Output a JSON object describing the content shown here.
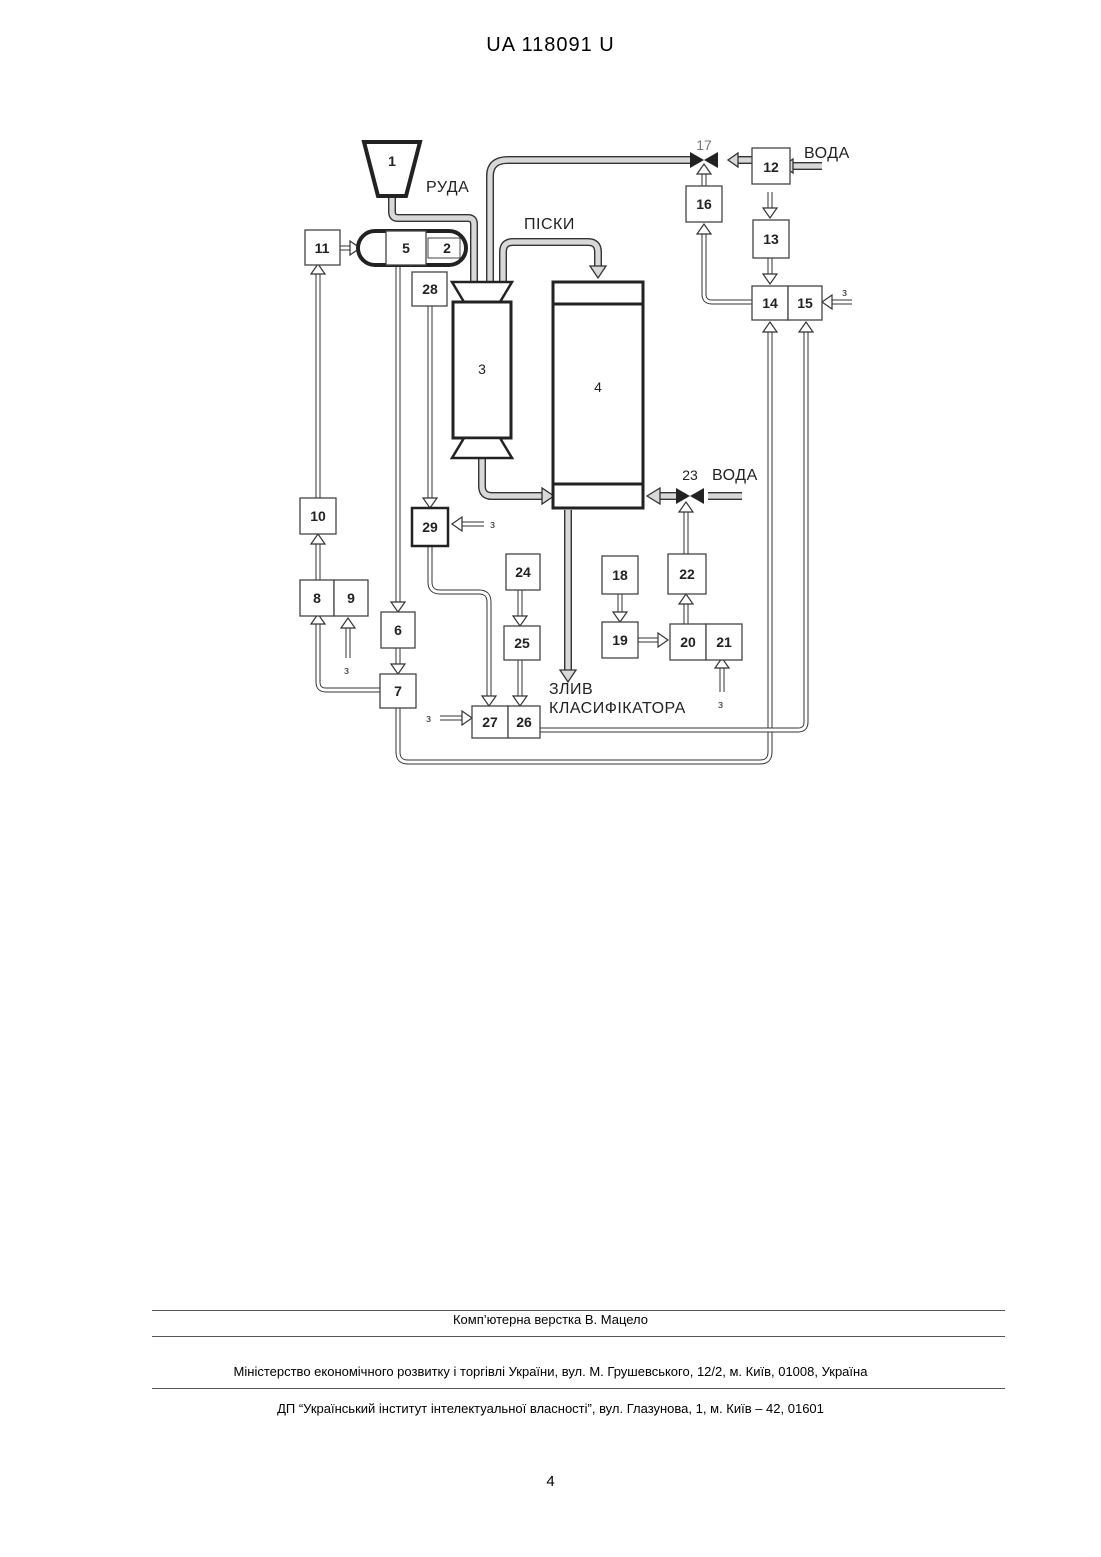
{
  "document": {
    "header": "UA   118091   U",
    "footer": {
      "layout_credit": "Комп’ютерна верстка В. Мацело",
      "ministry": "Міністерство економічного розвитку і торгівлі України, вул. М. Грушевського, 12/2, м. Київ, 01008, Україна",
      "institute": "ДП “Український інститут інтелектуальної власності”, вул. Глазунова, 1, м. Київ – 42, 01601"
    },
    "page_number": "4"
  },
  "diagram": {
    "labels": {
      "ore": "РУДА",
      "sands": "ПІСКИ",
      "water_top": "ВОДА",
      "water_mid": "ВОДА",
      "overflow_line1": "ЗЛИВ",
      "overflow_line2": "КЛАСИФІКАТОРА",
      "z_15": "з",
      "z_29": "з",
      "z_9": "з",
      "z_27": "з",
      "z_21": "з"
    },
    "blocks": [
      "1",
      "2",
      "3",
      "4",
      "5",
      "6",
      "7",
      "8",
      "9",
      "10",
      "11",
      "12",
      "13",
      "14",
      "15",
      "16",
      "17",
      "18",
      "19",
      "20",
      "21",
      "22",
      "23",
      "24",
      "25",
      "26",
      "27",
      "28",
      "29"
    ]
  }
}
